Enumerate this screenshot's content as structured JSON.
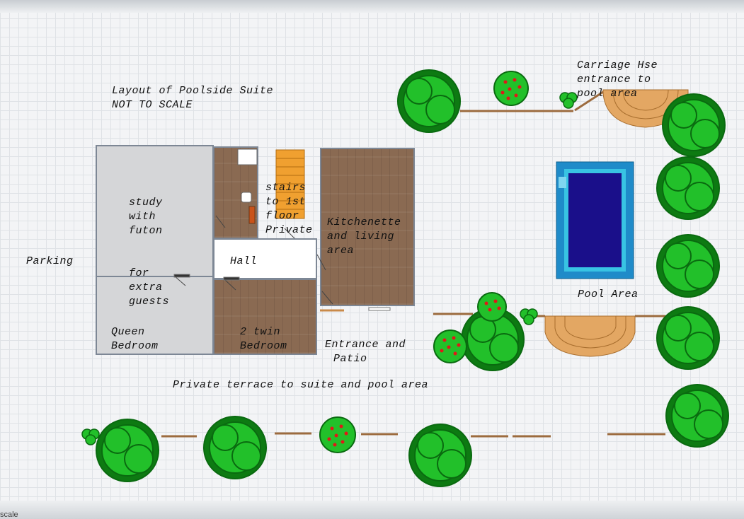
{
  "title_line1": "Layout of Poolside Suite",
  "title_line2": "NOT TO SCALE",
  "carriage": [
    "Carriage Hse",
    "entrance to",
    "pool area"
  ],
  "study": [
    "study",
    "with",
    "futon",
    "for",
    "extra",
    "guests"
  ],
  "stairs": [
    "stairs",
    "to 1st",
    "floor",
    "Private"
  ],
  "kitchen": [
    "Kitchenette",
    "and living",
    "area"
  ],
  "parking": "Parking",
  "hall": "Hall",
  "queen": [
    "Queen",
    "Bedroom"
  ],
  "twin": [
    "2 twin",
    "Bedroom"
  ],
  "entrance": [
    "Entrance and",
    "Patio"
  ],
  "pool_area": "Pool Area",
  "terrace": "Private terrace to suite and pool area",
  "scale_note": "scale",
  "colors": {
    "tree": "#22c02a",
    "tree_dark": "#0a6a10",
    "pool": "#1a0f8a",
    "pool_rim": "#1f8bc9",
    "wood": "#8a6a52",
    "deck": "#e3a763",
    "stairs": "#f0a030"
  }
}
